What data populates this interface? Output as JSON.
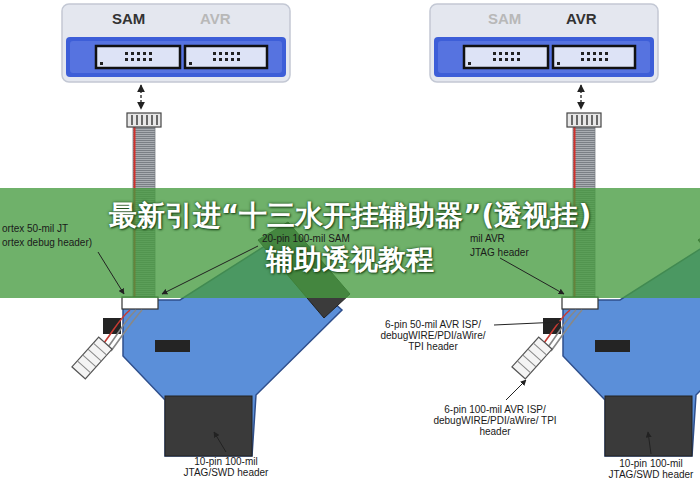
{
  "diagram": {
    "title": "最新引进“十三水开挂辅助器”(透视挂)辅助透视教程",
    "nodes": [
      {
        "text": [
          "SAM",
          "AVR"
        ]
      },
      {
        "text": [
          "SAM",
          "AVR"
        ]
      }
    ],
    "labels": [
      "ortex 50-mil JT",
      "ortex debug header)",
      "20-pin 100-mil SAM",
      "10-pin 100-mil JTAG/SWD header",
      "mil AVR",
      "JTAG header",
      "6-pin 50-mil AVR ISP/ debugWIRE/PDI/aWire/ TPI header",
      "6-pin 100-mil AVR ISP/ debugWIRE/PDI/aWire/ TPI header",
      "10-pin 100-mil JTAG/SWD header"
    ]
  }
}
